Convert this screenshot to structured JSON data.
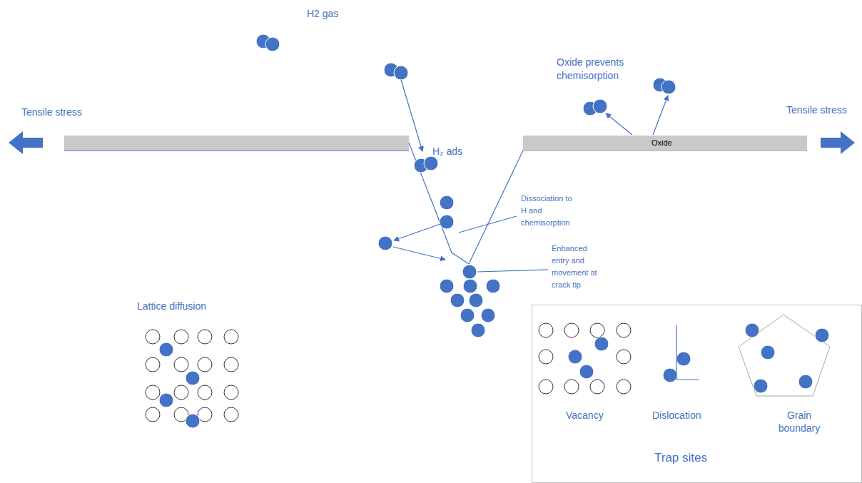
{
  "diagram": {
    "nodes": [
      {
        "text": [
          "Oxide"
        ]
      },
      {
        "text": [
          "Trap sites"
        ]
      }
    ],
    "labels": [
      "H2 gas",
      "Tensile stress",
      "Tensile stress",
      "Oxide prevents chemisorption",
      "H₂ ads",
      "Dissociation to H and chemisorption",
      "Enhanced entry and movement at crack tip",
      "Lattice diffusion",
      "Vacancy",
      "Dislocation",
      "Grain boundary"
    ]
  }
}
